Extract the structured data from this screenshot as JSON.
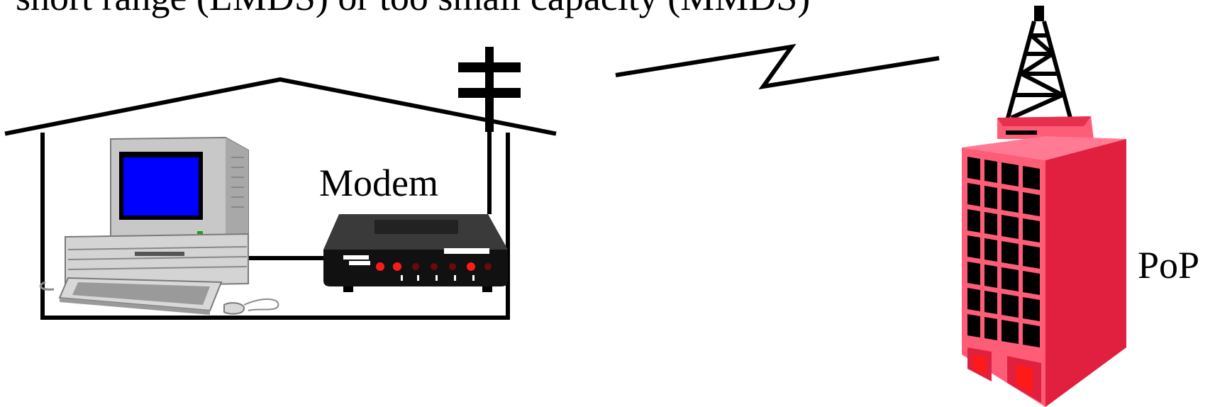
{
  "caption": "short range (LMDS) or too small capacity (MMDS)",
  "labels": {
    "modem": "Modem",
    "pop": "PoP"
  },
  "colors": {
    "line": "#000000",
    "monitor_screen": "#0000ff",
    "computer_body": "#c4c4c4",
    "modem_body": "#1a1a1a",
    "modem_led_on": "#ff1a1a",
    "modem_led_off": "#6a0a0a",
    "building_front": "#ff5c78",
    "building_side": "#e0203e",
    "window": "#000000"
  },
  "icons": [
    "house-outline",
    "rooftop-antenna-icon",
    "computer-icon",
    "modem-icon",
    "wireless-link-icon",
    "transmission-tower-icon",
    "office-building-icon"
  ]
}
